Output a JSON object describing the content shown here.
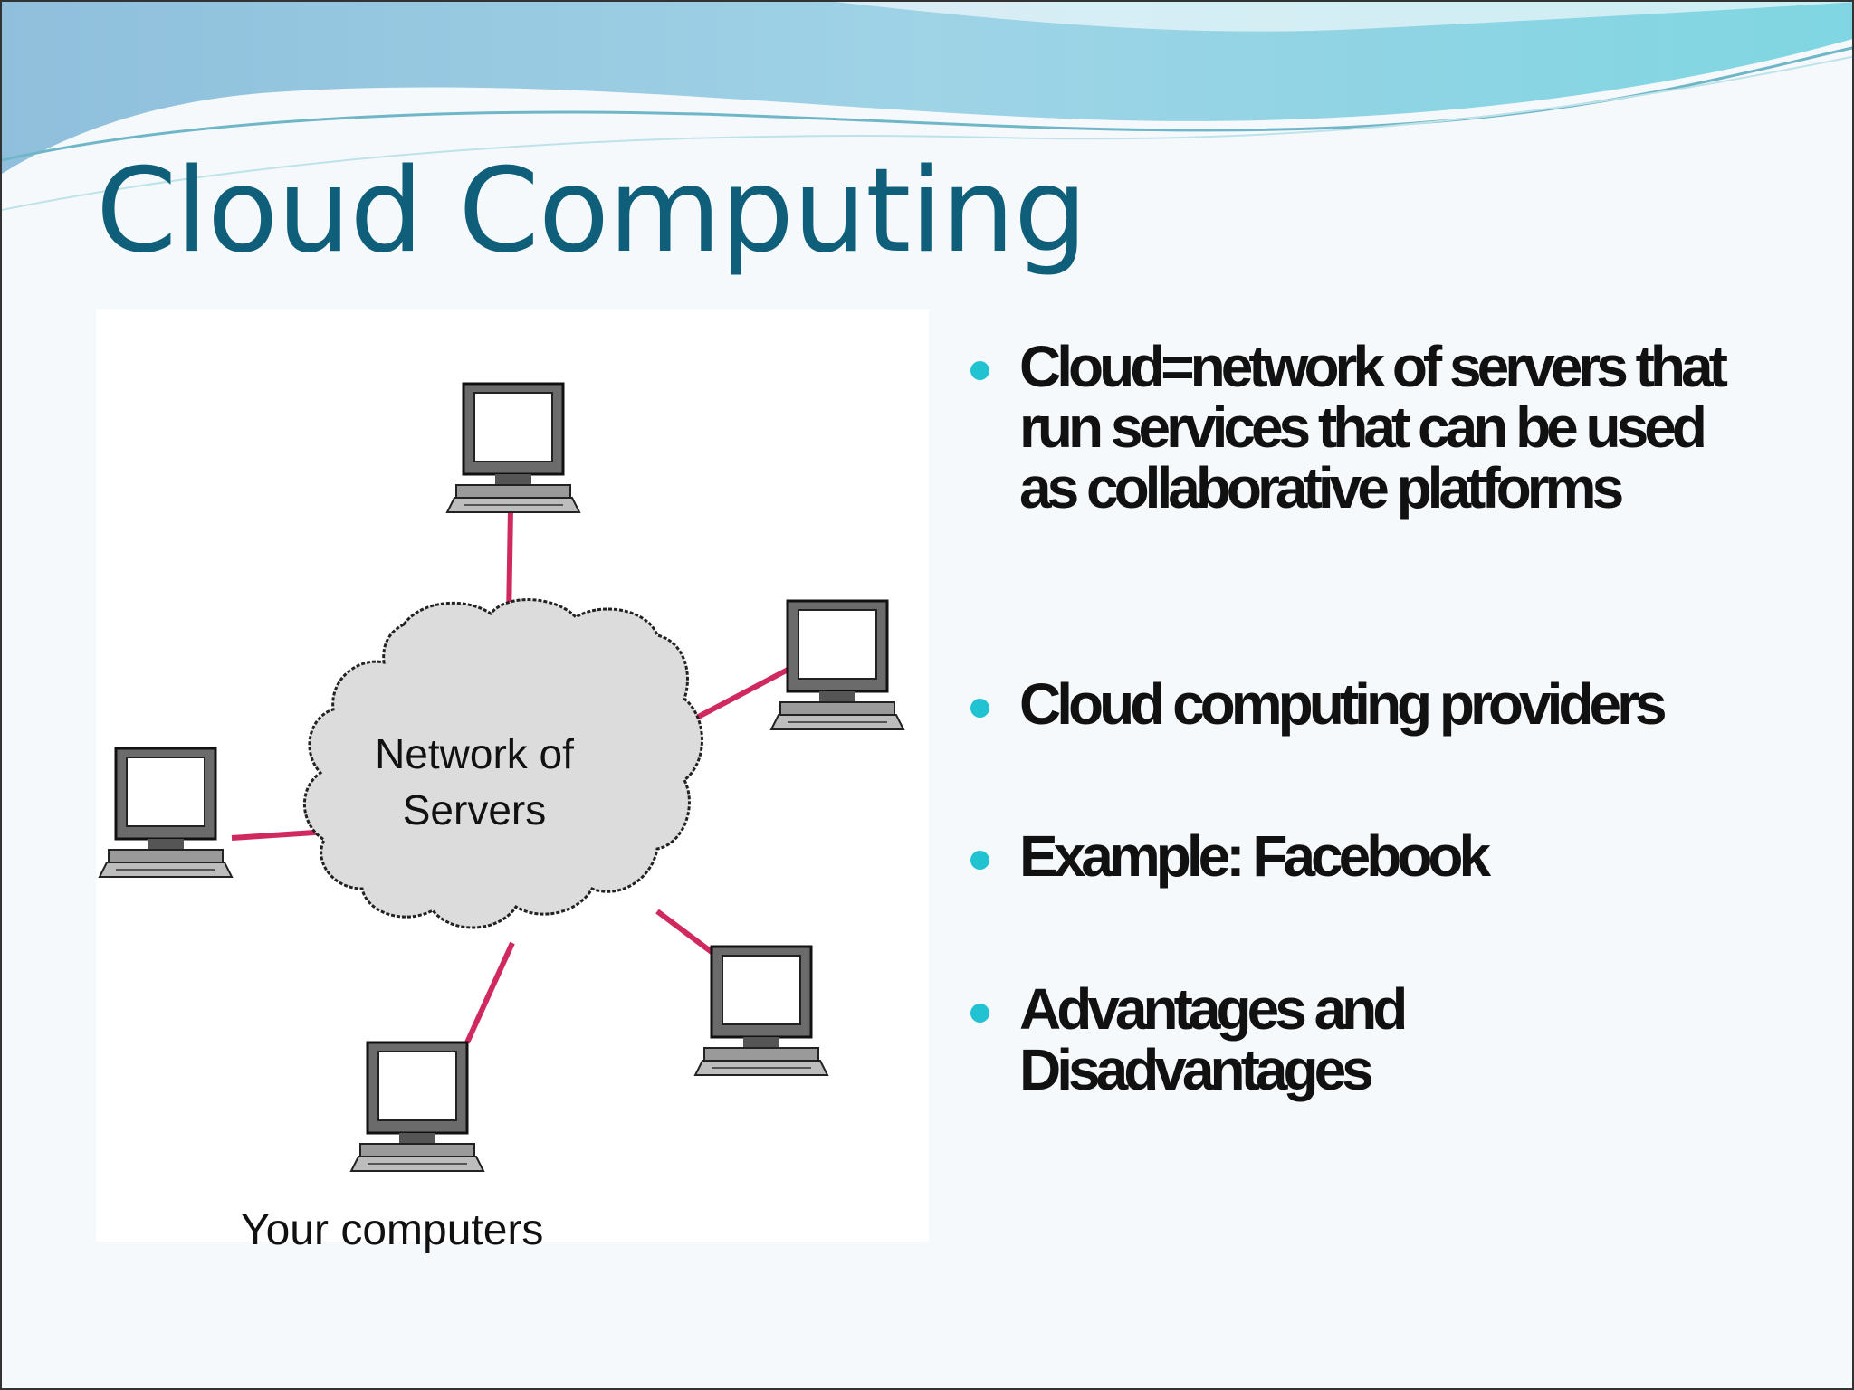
{
  "slide": {
    "title": "Cloud Computing",
    "accent_color": "#0f5f7a",
    "bullet_color": "#21c3d3"
  },
  "diagram": {
    "cloud_label_line1": "Network of",
    "cloud_label_line2": "Servers",
    "caption": "Your computers",
    "link_color": "#d0295f",
    "computer_icon": "desktop-computer-icon",
    "cloud_icon": "cloud-icon"
  },
  "bullets": [
    "Cloud=network of servers that run services that can be used as collaborative platforms",
    "Cloud computing providers",
    "Example: Facebook",
    "Advantages and Disadvantages"
  ]
}
